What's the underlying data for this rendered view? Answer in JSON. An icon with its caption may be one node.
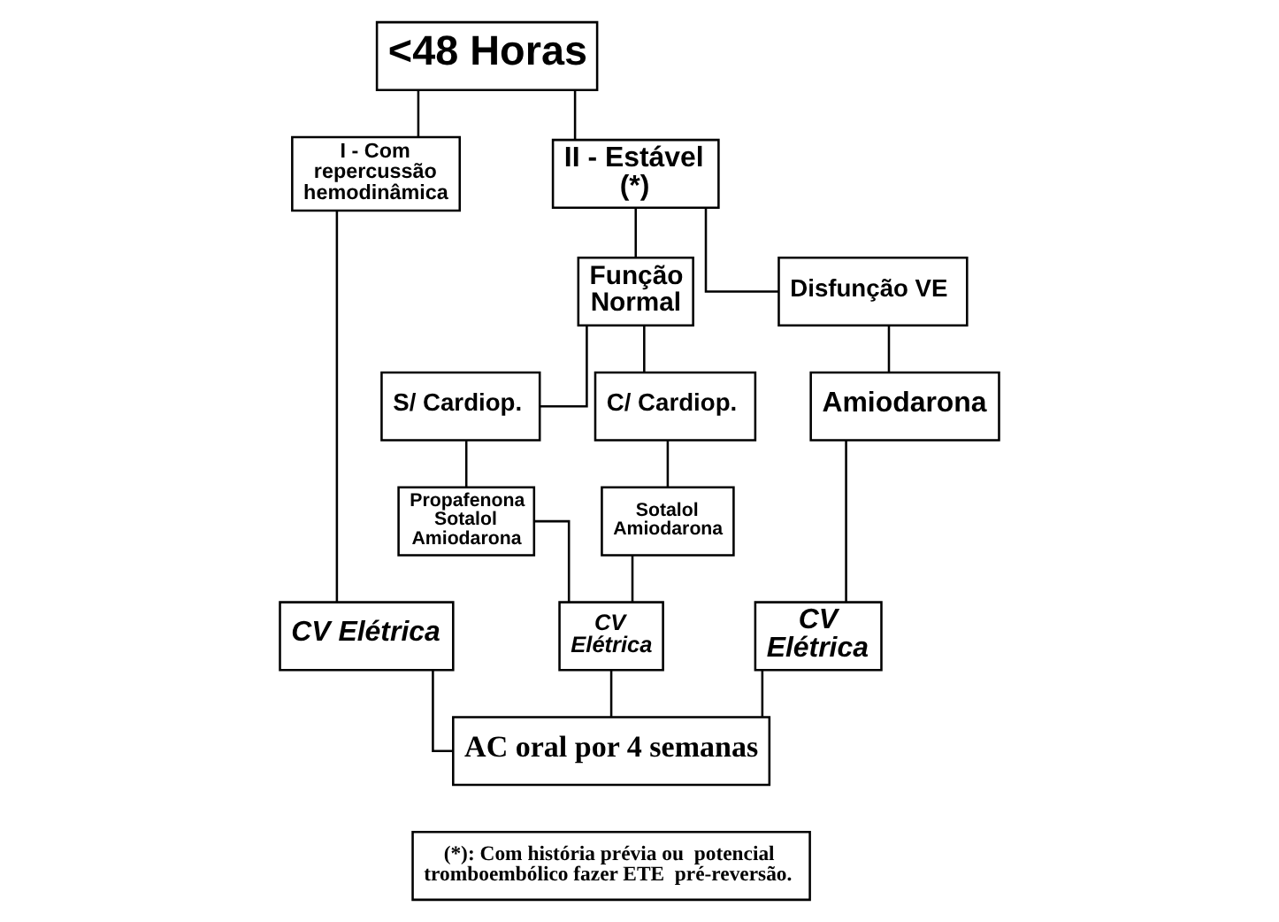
{
  "diagram": {
    "nodes": [
      {
        "text": [
          "<48 Horas"
        ]
      },
      {
        "text": [
          "I - Com repercussão hemodinâmica"
        ]
      },
      {
        "text": [
          "II - Estável (*)"
        ]
      },
      {
        "text": [
          "CV Elétrica"
        ]
      },
      {
        "text": [
          "Função Normal"
        ]
      },
      {
        "text": [
          "Disfunção VE"
        ]
      },
      {
        "text": [
          "S/ Cardiop."
        ]
      },
      {
        "text": [
          "C/ Cardiop."
        ]
      },
      {
        "text": [
          "Amiodarona"
        ]
      },
      {
        "text": [
          "Propafenona Sotalol Amiodarona"
        ]
      },
      {
        "text": [
          "Sotalol Amiodarona"
        ]
      },
      {
        "text": [
          "CV Elétrica"
        ]
      },
      {
        "text": [
          "CV Elétrica"
        ]
      },
      {
        "text": [
          "AC oral por 4 semanas"
        ]
      },
      {
        "text": [
          "(*): Com história prévia ou  potencial tromboembólico fazer ETE  pré-reversão."
        ]
      }
    ],
    "edges": [
      {
        "from": 0,
        "to": 1,
        "arrow": "none"
      },
      {
        "from": 0,
        "to": 2,
        "arrow": "none"
      },
      {
        "from": 1,
        "to": 3,
        "arrow": "none"
      },
      {
        "from": 2,
        "to": 4,
        "arrow": "none"
      },
      {
        "from": 2,
        "to": 5,
        "arrow": "none"
      },
      {
        "from": 4,
        "to": 6,
        "arrow": "none"
      },
      {
        "from": 4,
        "to": 7,
        "arrow": "none"
      },
      {
        "from": 6,
        "to": 9,
        "arrow": "none"
      },
      {
        "from": 7,
        "to": 10,
        "arrow": "none"
      },
      {
        "from": 5,
        "to": 8,
        "arrow": "none"
      },
      {
        "from": 9,
        "to": 11,
        "arrow": "none"
      },
      {
        "from": 10,
        "to": 11,
        "arrow": "none"
      },
      {
        "from": 8,
        "to": 12,
        "arrow": "none"
      },
      {
        "from": 3,
        "to": 13,
        "arrow": "none"
      },
      {
        "from": 11,
        "to": 13,
        "arrow": "none"
      },
      {
        "from": 12,
        "to": 13,
        "arrow": "none"
      }
    ]
  }
}
